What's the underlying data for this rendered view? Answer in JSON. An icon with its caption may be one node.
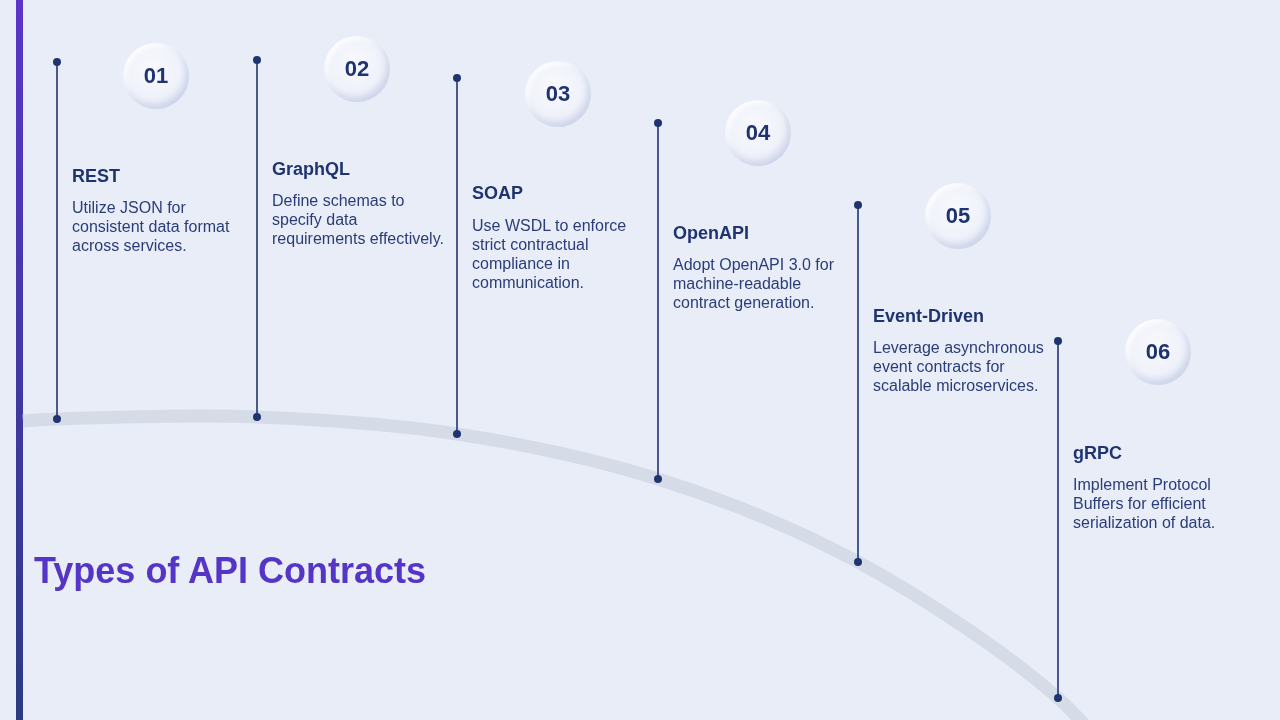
{
  "diagram": {
    "title": "Types of API Contracts",
    "nodes": [
      {
        "text": [
          "01"
        ],
        "beside": [
          "REST",
          "Utilize JSON for consistent data format across services."
        ]
      },
      {
        "text": [
          "02"
        ],
        "beside": [
          "GraphQL",
          "Define schemas to specify data requirements effectively."
        ]
      },
      {
        "text": [
          "03"
        ],
        "beside": [
          "SOAP",
          "Use WSDL to enforce strict contractual compliance in communication."
        ]
      },
      {
        "text": [
          "04"
        ],
        "beside": [
          "OpenAPI",
          "Adopt OpenAPI 3.0 for machine-readable contract generation."
        ]
      },
      {
        "text": [
          "05"
        ],
        "beside": [
          "Event-Driven",
          "Leverage asynchronous event contracts for scalable microservices."
        ]
      },
      {
        "text": [
          "06"
        ],
        "beside": [
          "gRPC",
          "Implement Protocol Buffers for efficient serialization of data."
        ]
      }
    ]
  }
}
